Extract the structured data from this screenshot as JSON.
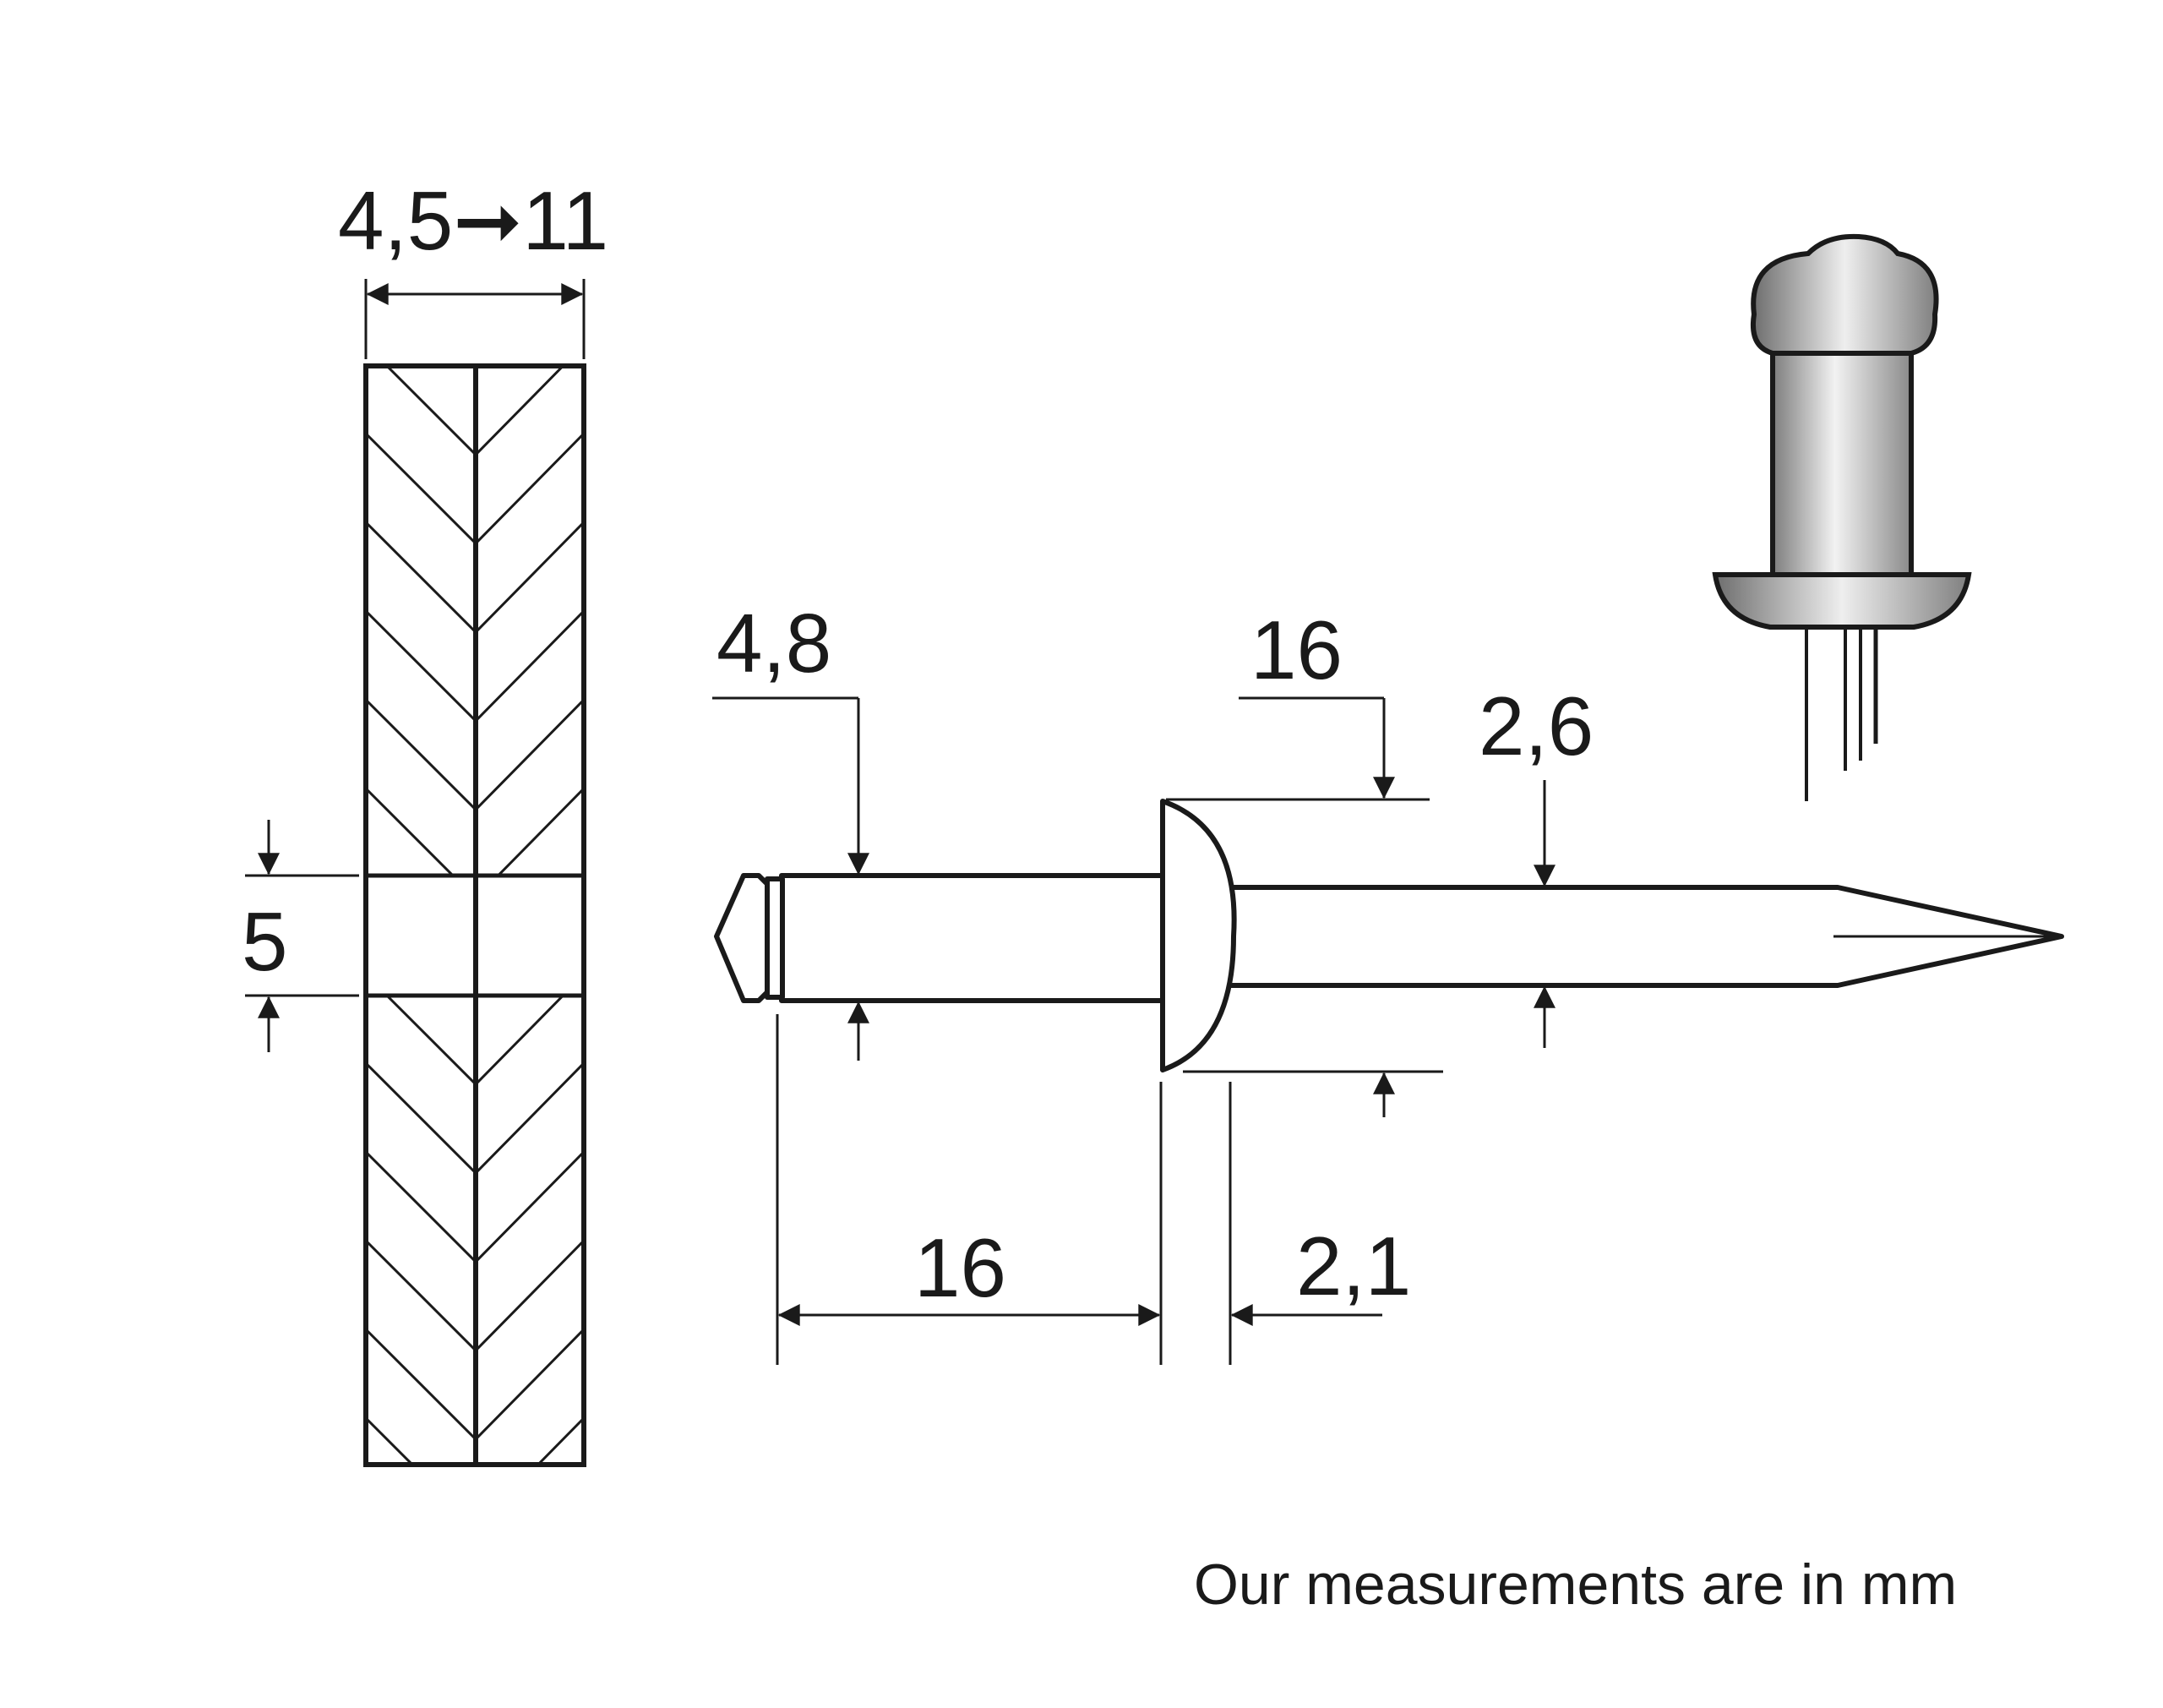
{
  "diagram": {
    "material_thickness_label": "4,5➞11",
    "hole_diameter_label": "5",
    "body_diameter_label": "4,8",
    "head_diameter_label": "16",
    "mandrel_diameter_label": "2,6",
    "body_length_label": "16",
    "head_height_label": "2,1",
    "units_note": "Our measurements are in mm"
  },
  "colors": {
    "line": "#1a1a1a",
    "text": "#1a1a1a",
    "rivet_shade_dark": "#8a8a8a",
    "rivet_shade_light": "#f2f2f2"
  },
  "icons": [
    "rivet-3d-icon"
  ]
}
